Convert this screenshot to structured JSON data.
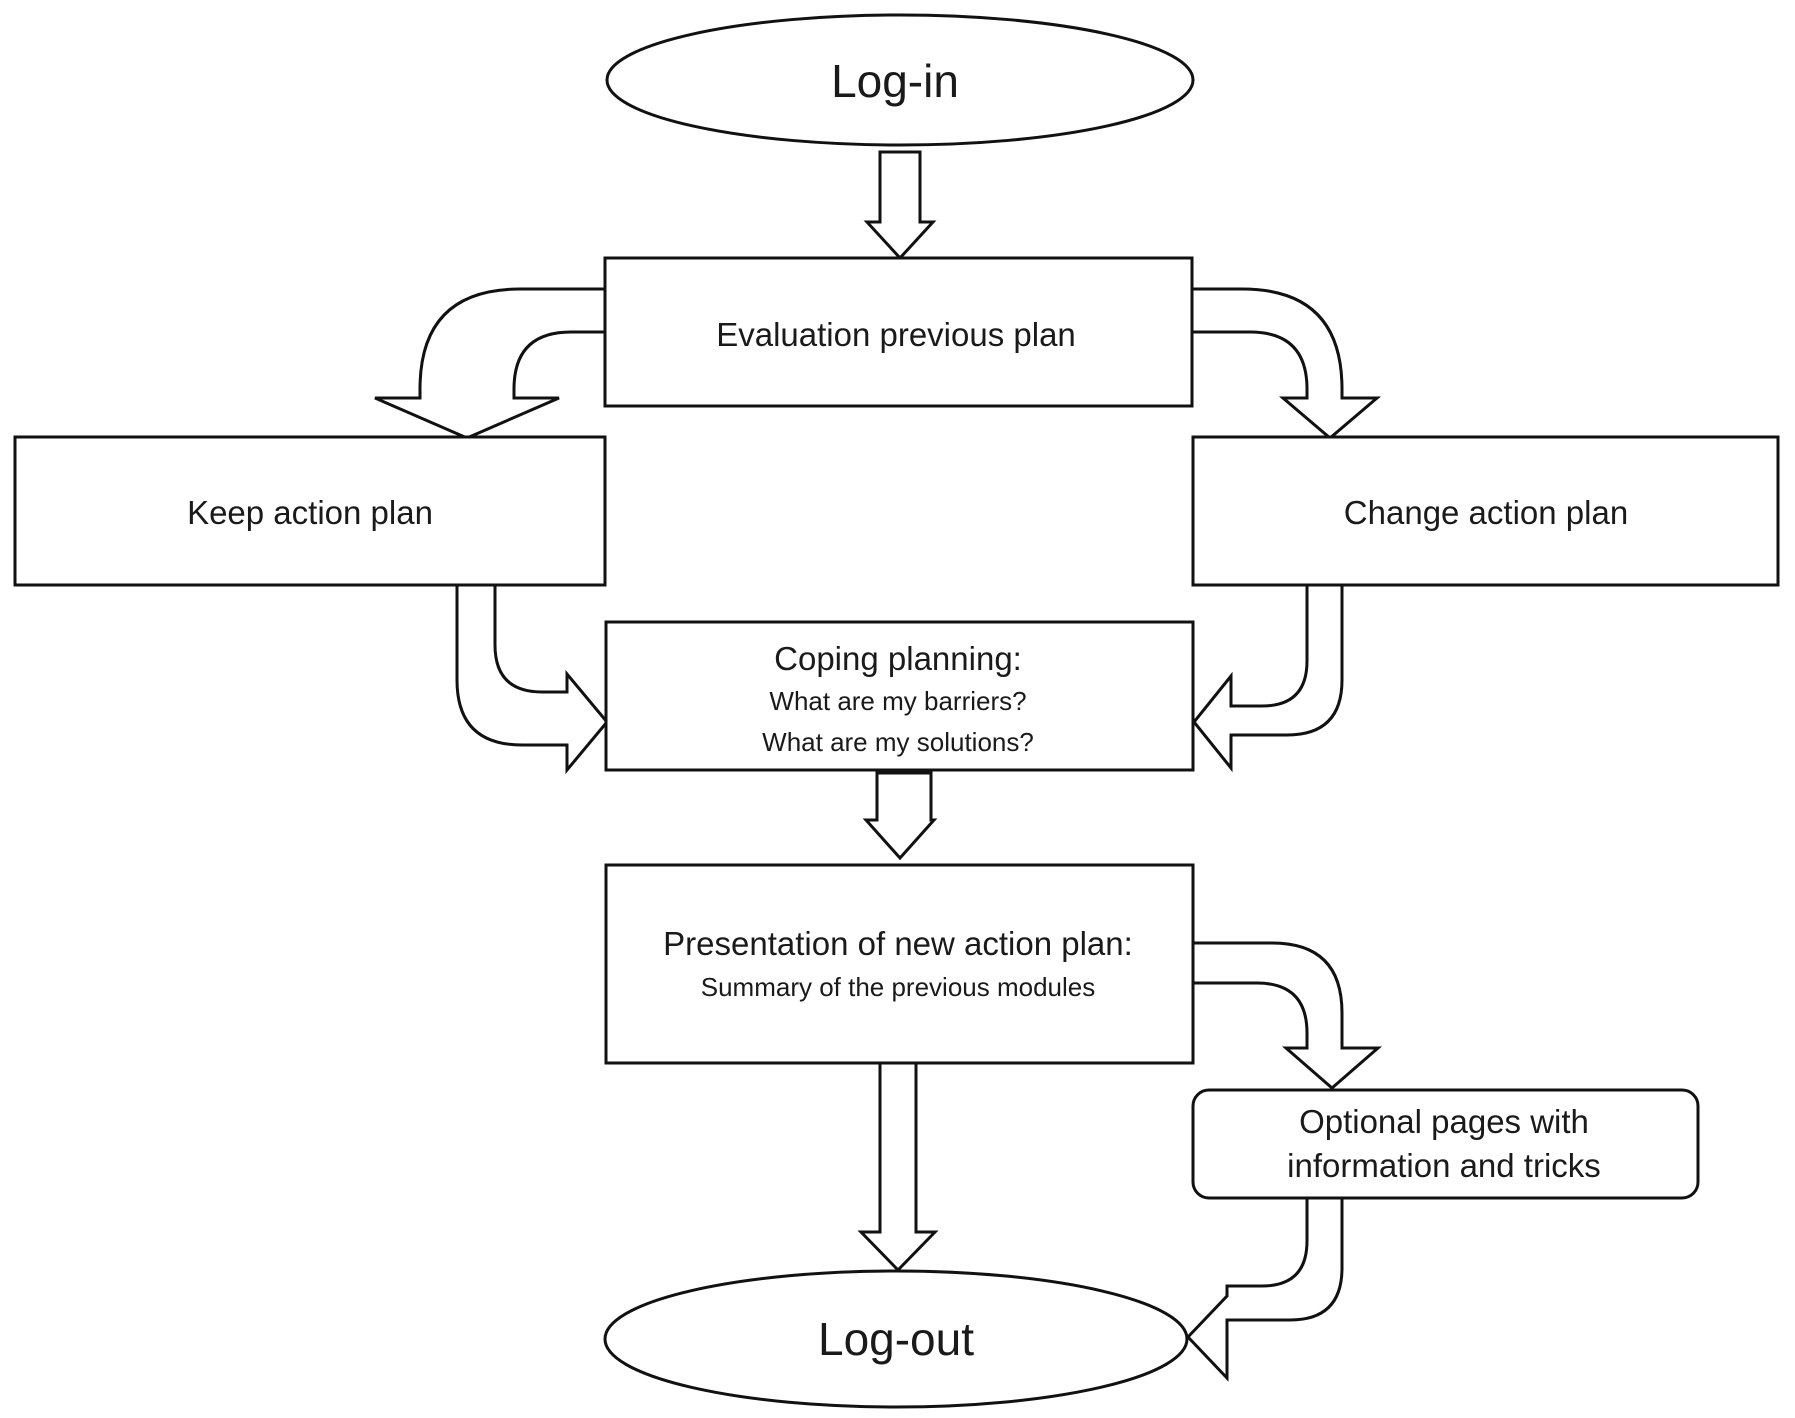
{
  "nodes": {
    "login": {
      "label": "Log-in"
    },
    "evaluation": {
      "label": "Evaluation previous plan"
    },
    "keep": {
      "label": "Keep action plan"
    },
    "change": {
      "label": "Change action plan"
    },
    "coping": {
      "title": "Coping planning:",
      "line1": "What are my barriers?",
      "line2": "What are my solutions?"
    },
    "presentation": {
      "title": "Presentation of new action plan:",
      "subtitle": "Summary of the previous modules"
    },
    "optional": {
      "line1": "Optional pages with",
      "line2": "information and tricks"
    },
    "logout": {
      "label": "Log-out"
    }
  }
}
